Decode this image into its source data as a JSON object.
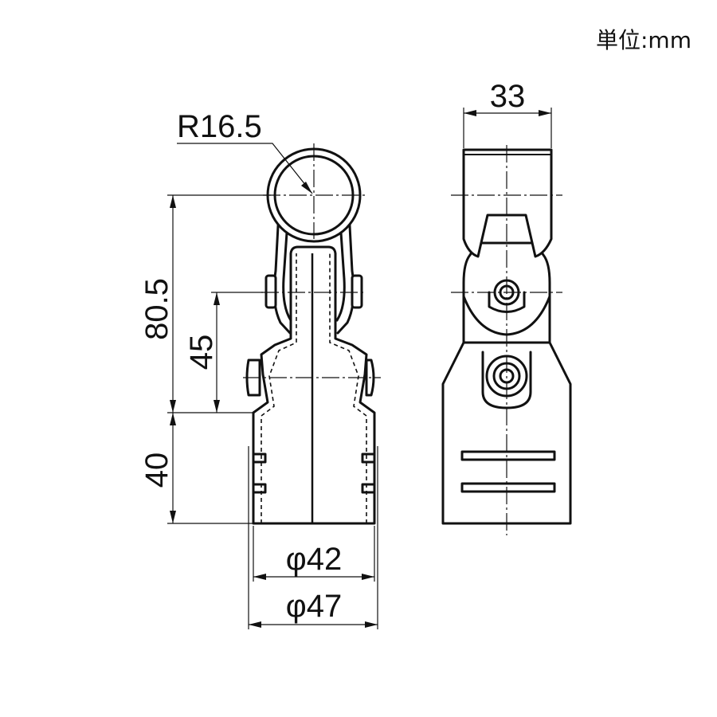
{
  "unit_label": "単位:mm",
  "dimensions": {
    "radius": "R16.5",
    "total_height": "80.5",
    "joint_height": "45",
    "socket_height": "40",
    "inner_diameter": "φ42",
    "outer_diameter": "φ47",
    "side_width": "33"
  }
}
